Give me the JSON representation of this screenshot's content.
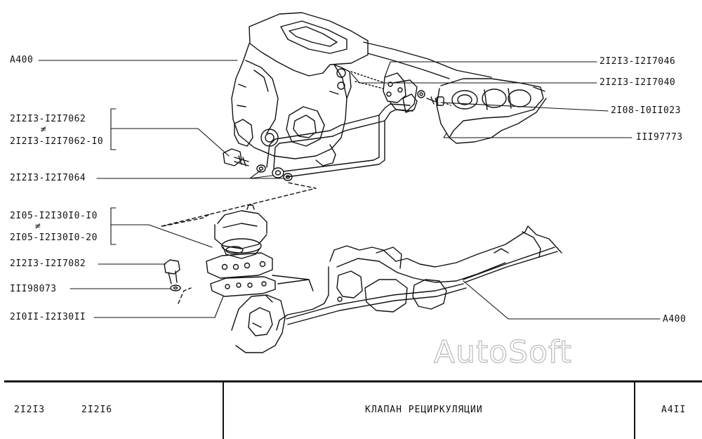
{
  "labels": {
    "a400_top": "A400",
    "p7046": "2I2I3-I2I7046",
    "p7040": "2I2I3-I2I7040",
    "p1023": "2I08-I0II023",
    "p97773": "III97773",
    "p7062": "2I2I3-I2I7062",
    "p7062_10": "2I2I3-I2I7062-I0",
    "p7064": "2I2I3-I2I7064",
    "p30010_10": "2I05-I2I30I0-I0",
    "p30010_20": "2I05-I2I30I0-20",
    "p7082": "2I2I3-I2I7082",
    "p98073": "III98073",
    "p3011": "2I0II-I2I30II",
    "a400_bottom": "A400",
    "neq_symbol": "≠"
  },
  "watermark": "AutoSoft",
  "title_block": {
    "model_1": "2I2I3",
    "model_2": "2I2I6",
    "title": "КЛАПАН  РЕЦИРКУЛЯЦИИ",
    "code": "A4II"
  },
  "colors": {
    "ink": "#111111",
    "watermark_outline": "#b9b9b9"
  }
}
